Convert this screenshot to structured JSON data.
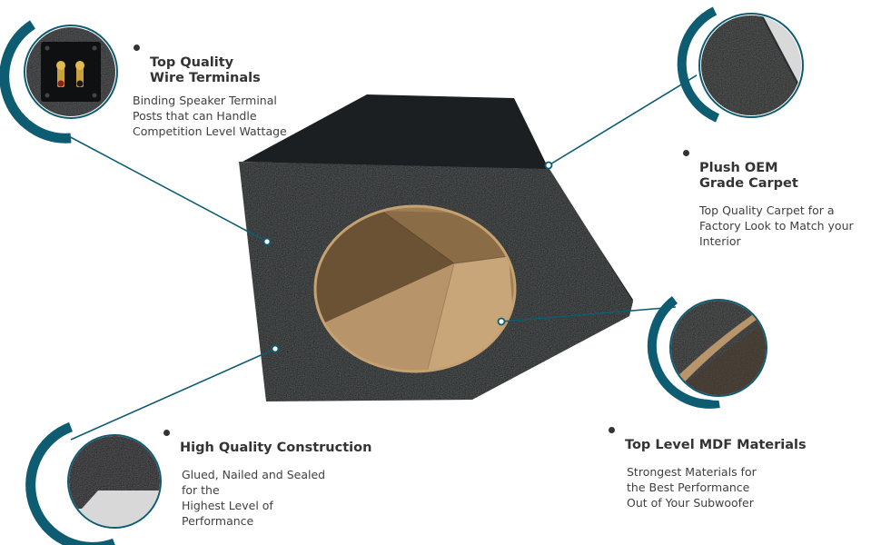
{
  "colors": {
    "accent": "#0d5c72",
    "carpet": "#17191b",
    "mdf": "#b8956a",
    "text": "#333333"
  },
  "features": [
    {
      "id": "terminals",
      "title": "Top Quality\nWire Terminals",
      "desc": "Binding Speaker Terminal\nPosts that can Handle\nCompetition Level Wattage"
    },
    {
      "id": "carpet",
      "title": "Plush OEM\nGrade Carpet",
      "desc": "Top Quality Carpet for a\nFactory Look to Match your\nInterior"
    },
    {
      "id": "construction",
      "title": "High Quality Construction",
      "desc": "Glued, Nailed and Sealed\nfor the\nHighest Level of\nPerformance"
    },
    {
      "id": "mdf",
      "title": "Top Level MDF Materials",
      "desc": "Strongest Materials for\nthe Best Performance\nOut of  Your Subwoofer"
    }
  ]
}
